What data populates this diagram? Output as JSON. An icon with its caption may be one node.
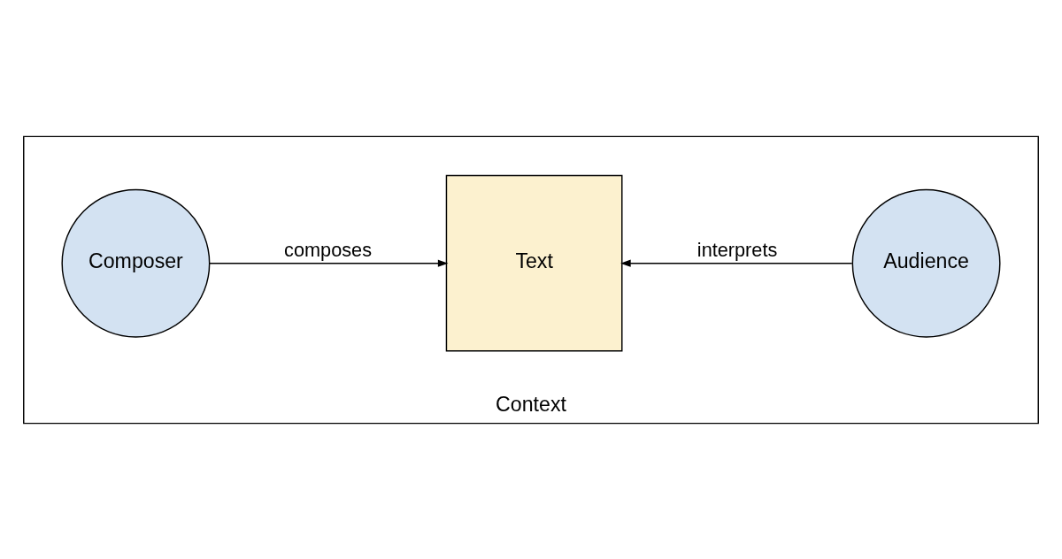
{
  "diagram": {
    "nodes": [
      {
        "text": [
          "Context"
        ]
      },
      {
        "text": [
          "Composer"
        ],
        "in": 0
      },
      {
        "text": [
          "Text"
        ],
        "in": 0
      },
      {
        "text": [
          "Audience"
        ],
        "in": 0
      }
    ],
    "edges": [
      {
        "from": 1,
        "to": 2,
        "arrow": "to",
        "label": "composes"
      },
      {
        "from": 3,
        "to": 2,
        "arrow": "to",
        "label": "interprets"
      }
    ]
  }
}
